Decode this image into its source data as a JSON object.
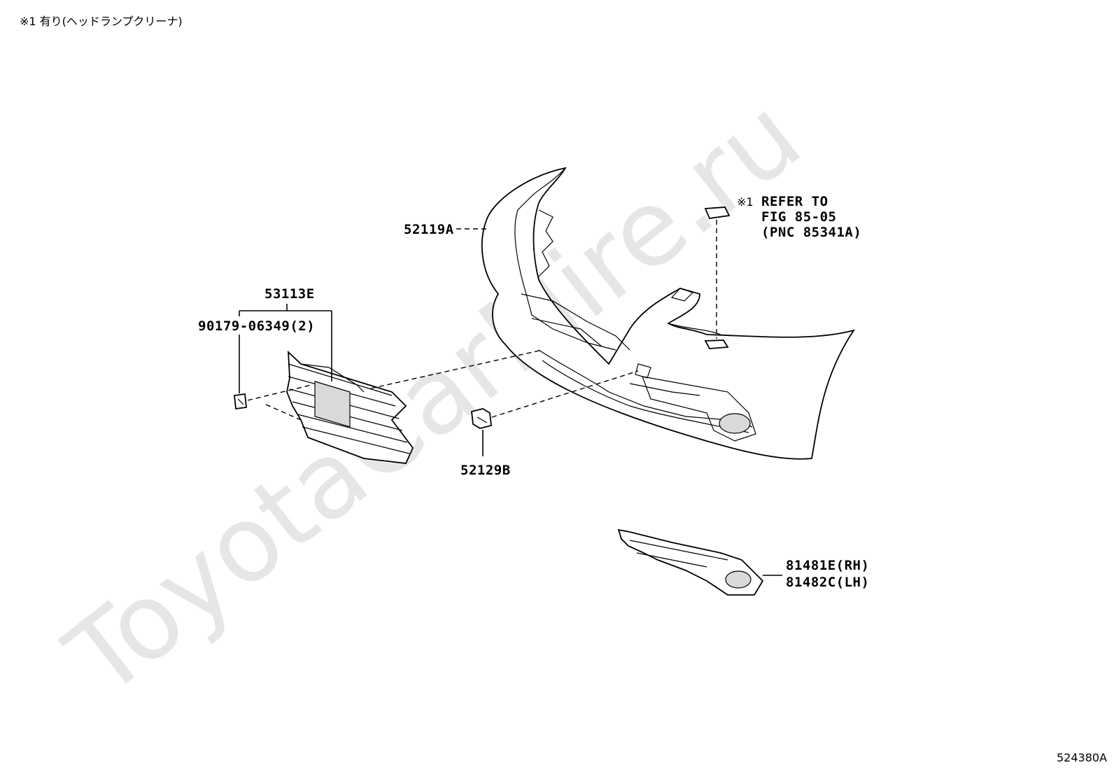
{
  "header_note": "※1 有り(ヘッドランプクリーナ)",
  "watermark": "ToyotaCarMire.ru",
  "diagram_id": "524380A",
  "parts": {
    "bumper_cover": "52119A",
    "grille": "53113E",
    "clip": "90179-06349(2)",
    "cap": "52129B",
    "garnish_rh": "81481E(RH)",
    "garnish_lh": "81482C(LH)"
  },
  "reference": {
    "mark": "※1",
    "line1": "REFER TO",
    "line2": "FIG 85-05",
    "line3": "(PNC 85341A)"
  }
}
